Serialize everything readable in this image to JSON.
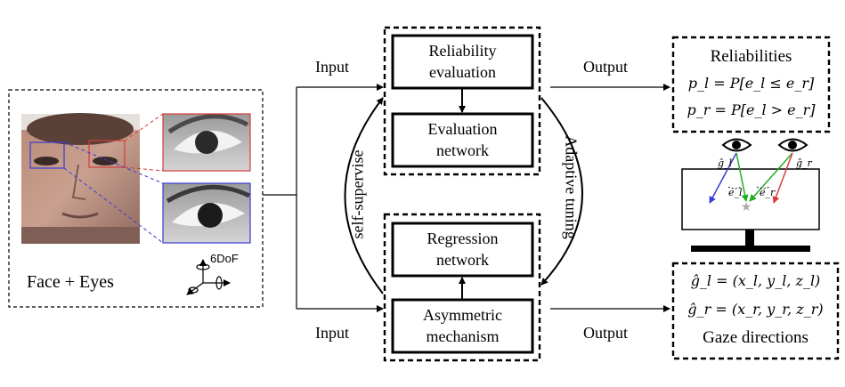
{
  "left_panel": {
    "caption": "Face + Eyes",
    "dof_label": "6DoF"
  },
  "arrows": {
    "input_top": "Input",
    "input_bottom": "Input",
    "output_top": "Output",
    "output_bottom": "Output",
    "self_supervise": "self-supervise",
    "adaptive_tuning": "Adaptive tuning"
  },
  "modules": {
    "reliability_line1": "Reliability",
    "reliability_line2": "evaluation",
    "evaluation_line1": "Evaluation",
    "evaluation_line2": "network",
    "regression_line1": "Regression",
    "regression_line2": "network",
    "asymmetric_line1": "Asymmetric",
    "asymmetric_line2": "mechanism"
  },
  "reliabilities": {
    "title": "Reliabilities",
    "pl": "p_l = P[e_l ≤ e_r]",
    "pr": "p_r = P[e_l > e_r]"
  },
  "gaze": {
    "gl": "ĝ_l = (x_l, y_l, z_l)",
    "gr": "ĝ_r = (x_r, y_r, z_r)",
    "title": "Gaze directions",
    "label_gl": "ĝ_l",
    "label_gr": "ĝ_r",
    "label_el": "e_l",
    "label_er": "e_r"
  },
  "colors": {
    "left_eye_box": "#3b3bd6",
    "right_eye_box": "#d63b3b",
    "green": "#22aa22"
  }
}
